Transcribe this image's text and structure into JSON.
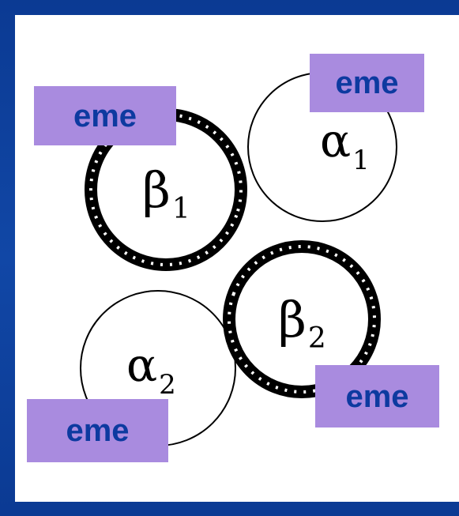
{
  "diagram": {
    "subunits": [
      {
        "symbol": "β",
        "index": "1",
        "type": "beta",
        "ring": "thick"
      },
      {
        "symbol": "α",
        "index": "1",
        "type": "alpha",
        "ring": "thin"
      },
      {
        "symbol": "α",
        "index": "2",
        "type": "alpha",
        "ring": "thin"
      },
      {
        "symbol": "β",
        "index": "2",
        "type": "beta",
        "ring": "thick"
      }
    ],
    "heme_labels": [
      "eme",
      "eme",
      "eme",
      "eme"
    ],
    "colors": {
      "background": "#0f3f9a",
      "panel": "#ffffff",
      "heme_box": "#a98bdf",
      "heme_text": "#0d3aa0",
      "ring": "#000000"
    }
  }
}
